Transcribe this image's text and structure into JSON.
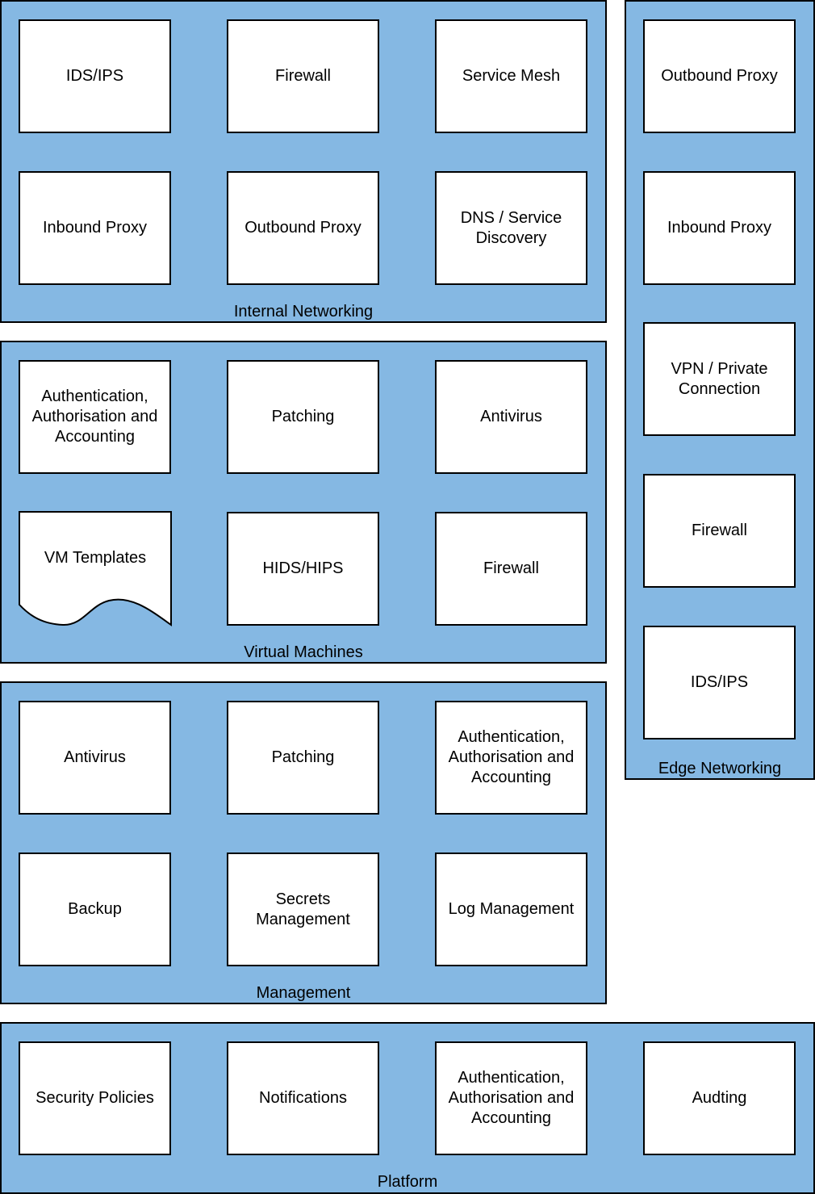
{
  "groups": {
    "internal_networking": {
      "label": "Internal Networking",
      "boxes": [
        "IDS/IPS",
        "Firewall",
        "Service Mesh",
        "Inbound Proxy",
        "Outbound Proxy",
        "DNS / Service\nDiscovery"
      ]
    },
    "virtual_machines": {
      "label": "Virtual Machines",
      "boxes": [
        "Authentication,\nAuthorisation and\nAccounting",
        "Patching",
        "Antivirus",
        "VM Templates",
        "HIDS/HIPS",
        "Firewall"
      ]
    },
    "management": {
      "label": "Management",
      "boxes": [
        "Antivirus",
        "Patching",
        "Authentication,\nAuthorisation and\nAccounting",
        "Backup",
        "Secrets\nManagement",
        "Log Management"
      ]
    },
    "edge_networking": {
      "label": "Edge Networking",
      "boxes": [
        "Outbound Proxy",
        "Inbound Proxy",
        "VPN / Private\nConnection",
        "Firewall",
        "IDS/IPS"
      ]
    },
    "platform": {
      "label": "Platform",
      "boxes": [
        "Security Policies",
        "Notifications",
        "Authentication,\nAuthorisation and\nAccounting",
        "Audting"
      ]
    }
  },
  "colors": {
    "group_fill": "#85b8e3",
    "box_fill": "#ffffff",
    "stroke": "#000000"
  }
}
